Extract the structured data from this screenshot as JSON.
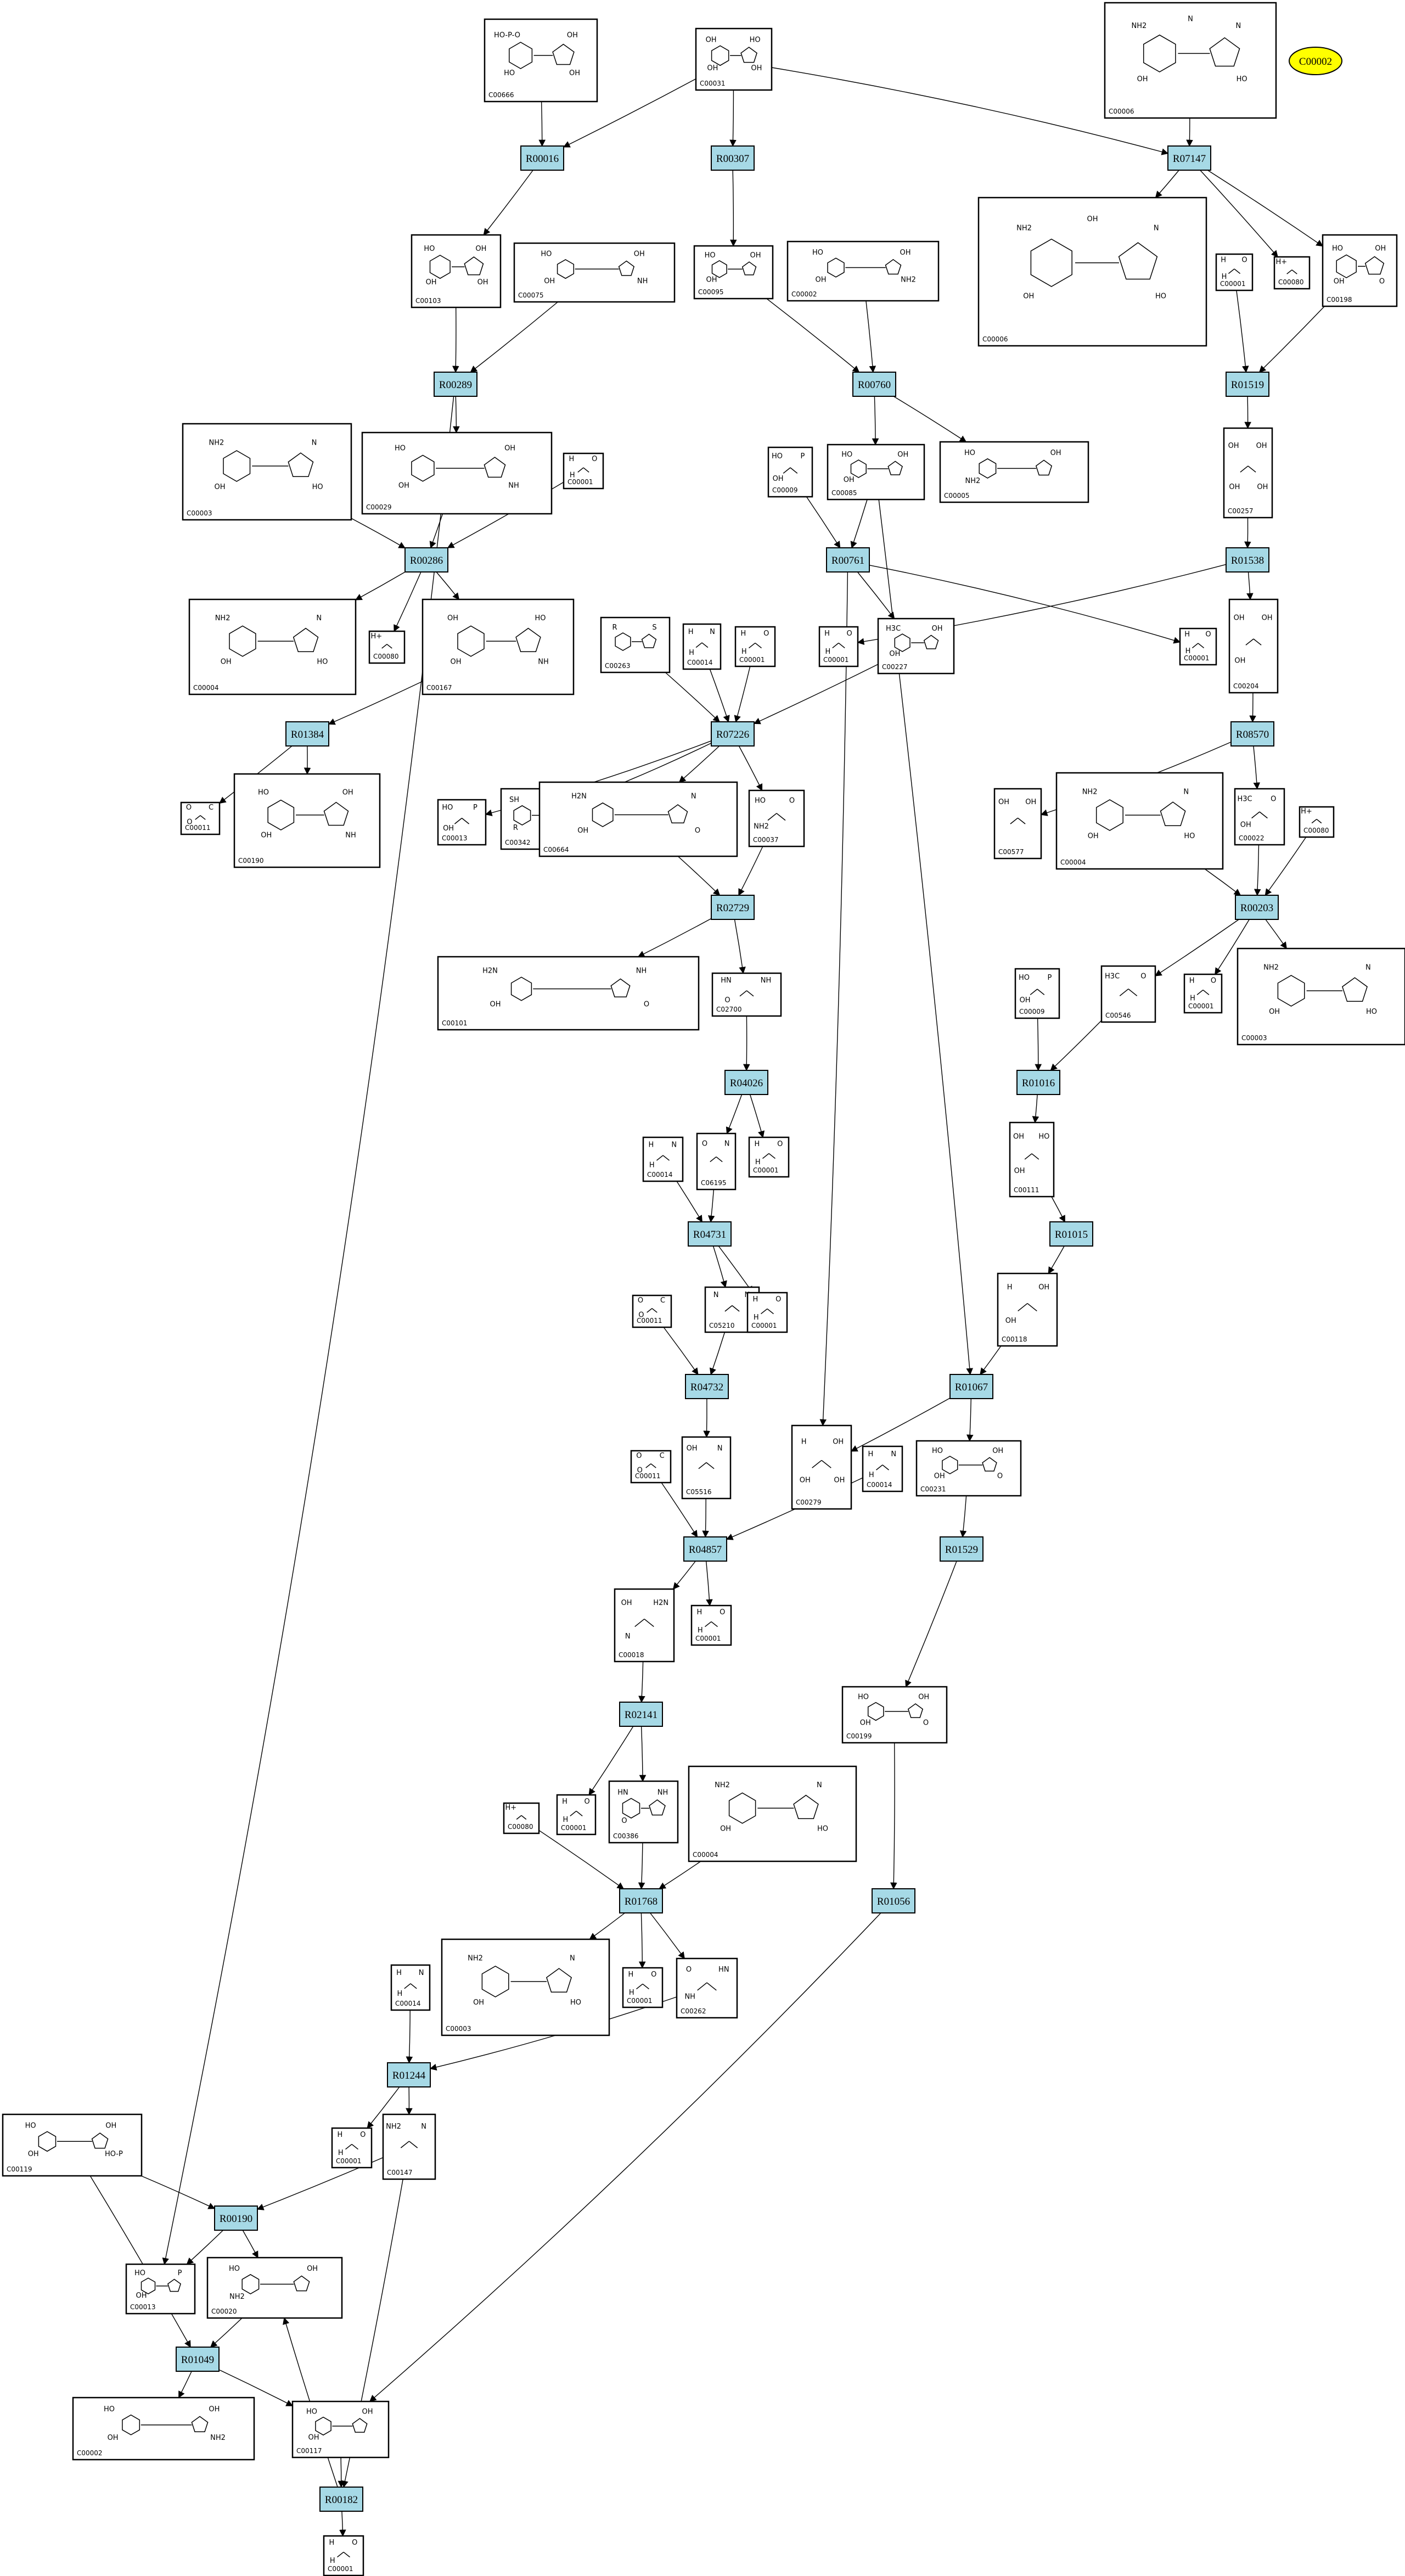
{
  "highlight": {
    "label": "C00002"
  },
  "reactions": {
    "R00016": "R00016",
    "R00307": "R00307",
    "R07147": "R07147",
    "R00289": "R00289",
    "R00760": "R00760",
    "R01519": "R01519",
    "R00286": "R00286",
    "R00761": "R00761",
    "R01538": "R01538",
    "R01384": "R01384",
    "R07226": "R07226",
    "R08570": "R08570",
    "R02729": "R02729",
    "R00203": "R00203",
    "R04026": "R04026",
    "R01016": "R01016",
    "R04731": "R04731",
    "R01015": "R01015",
    "R04732": "R04732",
    "R01067": "R01067",
    "R04857": "R04857",
    "R01529": "R01529",
    "R02141": "R02141",
    "R01768": "R01768",
    "R01056": "R01056",
    "R01244": "R01244",
    "R00190": "R00190",
    "R01049": "R01049",
    "R00182": "R00182"
  },
  "compounds": {
    "c_C00666": {
      "label": "C00666",
      "atoms": [
        "HO-P-O",
        "OH",
        "HO",
        "OH"
      ]
    },
    "c_C00031_top": {
      "label": "C00031",
      "atoms": [
        "OH",
        "HO",
        "OH",
        "OH"
      ]
    },
    "c_C00006_top": {
      "label": "C00006",
      "atoms": [
        "NH2",
        "N",
        "OH",
        "HO",
        "N"
      ]
    },
    "c_C00103": {
      "label": "C00103",
      "atoms": [
        "HO",
        "OH",
        "OH",
        "OH"
      ]
    },
    "c_C00075": {
      "label": "C00075",
      "atoms": [
        "HO",
        "OH",
        "OH",
        "NH"
      ]
    },
    "c_C00095": {
      "label": "C00095",
      "atoms": [
        "HO",
        "OH",
        "OH"
      ]
    },
    "c_C00002_a": {
      "label": "C00002",
      "atoms": [
        "HO",
        "OH",
        "OH",
        "NH2"
      ]
    },
    "c_C00006_mid": {
      "label": "C00006",
      "atoms": [
        "NH2",
        "N",
        "OH",
        "HO",
        "OH"
      ]
    },
    "c_C00001_a": {
      "label": "C00001",
      "atoms": [
        "H",
        "O",
        "H"
      ]
    },
    "c_C00080_a": {
      "label": "C00080",
      "atoms": [
        "H+"
      ]
    },
    "c_C00198": {
      "label": "C00198",
      "atoms": [
        "HO",
        "OH",
        "OH",
        "O"
      ]
    },
    "c_C00003_a": {
      "label": "C00003",
      "atoms": [
        "NH2",
        "N",
        "OH",
        "HO"
      ]
    },
    "c_C00029": {
      "label": "C00029",
      "atoms": [
        "HO",
        "OH",
        "OH",
        "NH"
      ]
    },
    "c_C00001_b": {
      "label": "C00001",
      "atoms": [
        "H",
        "O",
        "H"
      ]
    },
    "c_C00009_a": {
      "label": "C00009",
      "atoms": [
        "HO",
        "P",
        "OH"
      ]
    },
    "c_C00085": {
      "label": "C00085",
      "atoms": [
        "HO",
        "OH",
        "OH"
      ]
    },
    "c_C00005": {
      "label": "C00005",
      "atoms": [
        "HO",
        "OH",
        "NH2"
      ]
    },
    "c_C00257": {
      "label": "C00257",
      "atoms": [
        "OH",
        "OH",
        "OH",
        "OH"
      ]
    },
    "c_C00004_a": {
      "label": "C00004",
      "atoms": [
        "NH2",
        "N",
        "OH",
        "HO"
      ]
    },
    "c_C00080_b": {
      "label": "C00080",
      "atoms": [
        "H+"
      ]
    },
    "c_C00167": {
      "label": "C00167",
      "atoms": [
        "OH",
        "HO",
        "OH",
        "NH"
      ]
    },
    "c_C00263": {
      "label": "C00263",
      "atoms": [
        "R",
        "S"
      ]
    },
    "c_C00014_a": {
      "label": "C00014",
      "atoms": [
        "H",
        "N",
        "H"
      ]
    },
    "c_C00001_c": {
      "label": "C00001",
      "atoms": [
        "H",
        "O",
        "H"
      ]
    },
    "c_C00001_d": {
      "label": "C00001",
      "atoms": [
        "H",
        "O",
        "H"
      ]
    },
    "c_C00227": {
      "label": "C00227",
      "atoms": [
        "H3C",
        "OH",
        "OH"
      ]
    },
    "c_C00001_e": {
      "label": "C00001",
      "atoms": [
        "H",
        "O",
        "H"
      ]
    },
    "c_C00204": {
      "label": "C00204",
      "atoms": [
        "OH",
        "OH",
        "OH"
      ]
    },
    "c_C00011_a": {
      "label": "C00011",
      "atoms": [
        "O",
        "C",
        "O"
      ]
    },
    "c_C00190": {
      "label": "C00190",
      "atoms": [
        "HO",
        "OH",
        "OH",
        "NH"
      ]
    },
    "c_C00013": {
      "label": "C00013",
      "atoms": [
        "HO",
        "P",
        "OH"
      ]
    },
    "c_C00342": {
      "label": "C00342",
      "atoms": [
        "SH",
        "HS",
        "R"
      ]
    },
    "c_C00664": {
      "label": "C00664",
      "atoms": [
        "H2N",
        "N",
        "OH",
        "O"
      ]
    },
    "c_C00037": {
      "label": "C00037",
      "atoms": [
        "HO",
        "O",
        "NH2"
      ]
    },
    "c_C00577": {
      "label": "C00577",
      "atoms": [
        "OH",
        "OH"
      ]
    },
    "c_C00004_b": {
      "label": "C00004",
      "atoms": [
        "NH2",
        "N",
        "OH",
        "HO"
      ]
    },
    "c_C00022": {
      "label": "C00022",
      "atoms": [
        "H3C",
        "O",
        "OH"
      ]
    },
    "c_C00080_c": {
      "label": "C00080",
      "atoms": [
        "H+"
      ]
    },
    "c_C00101": {
      "label": "C00101",
      "atoms": [
        "H2N",
        "NH",
        "OH",
        "O"
      ]
    },
    "c_C02700": {
      "label": "C02700",
      "atoms": [
        "HN",
        "NH",
        "O"
      ]
    },
    "c_C00009_b": {
      "label": "C00009",
      "atoms": [
        "HO",
        "P",
        "OH"
      ]
    },
    "c_C00546": {
      "label": "C00546",
      "atoms": [
        "H3C",
        "O"
      ]
    },
    "c_C00001_f": {
      "label": "C00001",
      "atoms": [
        "H",
        "O",
        "H"
      ]
    },
    "c_C00003_b": {
      "label": "C00003",
      "atoms": [
        "NH2",
        "N",
        "OH",
        "HO"
      ]
    },
    "c_C00014_b": {
      "label": "C00014",
      "atoms": [
        "H",
        "N",
        "H"
      ]
    },
    "c_C06195": {
      "label": "C06195",
      "atoms": [
        "O",
        "N"
      ]
    },
    "c_C00001_g": {
      "label": "C00001",
      "atoms": [
        "H",
        "O",
        "H"
      ]
    },
    "c_C00111": {
      "label": "C00111",
      "atoms": [
        "OH",
        "HO",
        "OH"
      ]
    },
    "c_C05210": {
      "label": "C05210",
      "atoms": [
        "N",
        "N"
      ]
    },
    "c_C00001_h": {
      "label": "C00001",
      "atoms": [
        "H",
        "O",
        "H"
      ]
    },
    "c_C00011_b": {
      "label": "C00011",
      "atoms": [
        "O",
        "C",
        "O"
      ]
    },
    "c_C00118": {
      "label": "C00118",
      "atoms": [
        "H",
        "OH",
        "OH"
      ]
    },
    "c_C00279": {
      "label": "C00279",
      "atoms": [
        "H",
        "OH",
        "OH",
        "OH"
      ]
    },
    "c_C00014_c": {
      "label": "C00014",
      "atoms": [
        "H",
        "N",
        "H"
      ]
    },
    "c_C00231": {
      "label": "C00231",
      "atoms": [
        "HO",
        "OH",
        "OH",
        "O"
      ]
    },
    "c_C00011_c": {
      "label": "C00011",
      "atoms": [
        "O",
        "C",
        "O"
      ]
    },
    "c_C05516": {
      "label": "C05516",
      "atoms": [
        "OH",
        "N"
      ]
    },
    "c_C00018": {
      "label": "C00018",
      "atoms": [
        "OH",
        "H2N",
        "N"
      ]
    },
    "c_C00001_i": {
      "label": "C00001",
      "atoms": [
        "H",
        "O",
        "H"
      ]
    },
    "c_C00199": {
      "label": "C00199",
      "atoms": [
        "HO",
        "OH",
        "OH",
        "O"
      ]
    },
    "c_C00080_d": {
      "label": "C00080",
      "atoms": [
        "H+"
      ]
    },
    "c_C00001_j": {
      "label": "C00001",
      "atoms": [
        "H",
        "O",
        "H"
      ]
    },
    "c_C00386": {
      "label": "C00386",
      "atoms": [
        "HN",
        "NH",
        "O"
      ]
    },
    "c_C00004_c": {
      "label": "C00004",
      "atoms": [
        "NH2",
        "N",
        "OH",
        "HO"
      ]
    },
    "c_C00003_c": {
      "label": "C00003",
      "atoms": [
        "NH2",
        "N",
        "OH",
        "HO"
      ]
    },
    "c_C00001_k": {
      "label": "C00001",
      "atoms": [
        "H",
        "O",
        "H"
      ]
    },
    "c_C00262": {
      "label": "C00262",
      "atoms": [
        "O",
        "HN",
        "NH"
      ]
    },
    "c_C00014_d": {
      "label": "C00014",
      "atoms": [
        "H",
        "N",
        "H"
      ]
    },
    "c_C00001_l": {
      "label": "C00001",
      "atoms": [
        "H",
        "O",
        "H"
      ]
    },
    "c_C00147": {
      "label": "C00147",
      "atoms": [
        "NH2",
        "N"
      ]
    },
    "c_C00119": {
      "label": "C00119",
      "atoms": [
        "HO",
        "OH",
        "OH",
        "HO-P"
      ]
    },
    "c_C00013_b": {
      "label": "C00013",
      "atoms": [
        "HO",
        "P",
        "OH"
      ]
    },
    "c_C00020": {
      "label": "C00020",
      "atoms": [
        "HO",
        "OH",
        "NH2"
      ]
    },
    "c_C00002_b": {
      "label": "C00002",
      "atoms": [
        "HO",
        "OH",
        "OH",
        "NH2"
      ]
    },
    "c_C00117": {
      "label": "C00117",
      "atoms": [
        "HO",
        "OH",
        "OH"
      ]
    },
    "c_C00001_m": {
      "label": "C00001",
      "atoms": [
        "H",
        "O",
        "H"
      ]
    }
  },
  "edges": [
    [
      "c_C00666",
      "R00016"
    ],
    [
      "c_C00031_top",
      "R00016"
    ],
    [
      "c_C00031_top",
      "R00307"
    ],
    [
      "c_C00031_top",
      "R07147"
    ],
    [
      "c_C00006_top",
      "R07147"
    ],
    [
      "R00016",
      "c_C00103"
    ],
    [
      "R00307",
      "c_C00095"
    ],
    [
      "R07147",
      "c_C00006_mid"
    ],
    [
      "R07147",
      "c_C00080_a"
    ],
    [
      "R07147",
      "c_C00198"
    ],
    [
      "c_C00103",
      "R00289"
    ],
    [
      "c_C00075",
      "R00289"
    ],
    [
      "c_C00095",
      "R00760"
    ],
    [
      "c_C00002_a",
      "R00760"
    ],
    [
      "c_C00001_a",
      "R01519"
    ],
    [
      "c_C00198",
      "R01519"
    ],
    [
      "R00289",
      "c_C00029"
    ],
    [
      "R00289",
      "c_C00013_b"
    ],
    [
      "R00760",
      "c_C00085"
    ],
    [
      "R00760",
      "c_C00005"
    ],
    [
      "R01519",
      "c_C00257"
    ],
    [
      "c_C00003_a",
      "R00286"
    ],
    [
      "c_C00029",
      "R00286"
    ],
    [
      "c_C00001_b",
      "R00286"
    ],
    [
      "c_C00009_a",
      "R00761"
    ],
    [
      "c_C00085",
      "R00761"
    ],
    [
      "c_C00085",
      "R01067"
    ],
    [
      "c_C00257",
      "R01538"
    ],
    [
      "R00286",
      "c_C00004_a"
    ],
    [
      "R00286",
      "c_C00080_b"
    ],
    [
      "R00286",
      "c_C00167"
    ],
    [
      "R00761",
      "c_C00001_e"
    ],
    [
      "R00761",
      "c_C00227"
    ],
    [
      "R00761",
      "c_C00279"
    ],
    [
      "R01538",
      "c_C00001_d"
    ],
    [
      "R01538",
      "c_C00204"
    ],
    [
      "c_C00167",
      "R01384"
    ],
    [
      "R01384",
      "c_C00011_a"
    ],
    [
      "R01384",
      "c_C00190"
    ],
    [
      "c_C00263",
      "R07226"
    ],
    [
      "c_C00014_a",
      "R07226"
    ],
    [
      "c_C00001_c",
      "R07226"
    ],
    [
      "c_C00227",
      "R07226"
    ],
    [
      "c_C00204",
      "R08570"
    ],
    [
      "R07226",
      "c_C00013"
    ],
    [
      "R07226",
      "c_C00342"
    ],
    [
      "R07226",
      "c_C00664"
    ],
    [
      "R07226",
      "c_C00037"
    ],
    [
      "R08570",
      "c_C00577"
    ],
    [
      "R08570",
      "c_C00022"
    ],
    [
      "c_C00664",
      "R02729"
    ],
    [
      "c_C00037",
      "R02729"
    ],
    [
      "c_C00004_b",
      "R00203"
    ],
    [
      "c_C00022",
      "R00203"
    ],
    [
      "c_C00080_c",
      "R00203"
    ],
    [
      "R02729",
      "c_C00101"
    ],
    [
      "R02729",
      "c_C02700"
    ],
    [
      "R00203",
      "c_C00546"
    ],
    [
      "R00203",
      "c_C00001_f"
    ],
    [
      "R00203",
      "c_C00003_b"
    ],
    [
      "c_C02700",
      "R04026"
    ],
    [
      "c_C00009_b",
      "R01016"
    ],
    [
      "c_C00546",
      "R01016"
    ],
    [
      "R04026",
      "c_C06195"
    ],
    [
      "R04026",
      "c_C00001_g"
    ],
    [
      "R01016",
      "c_C00111"
    ],
    [
      "c_C00014_b",
      "R04731"
    ],
    [
      "c_C06195",
      "R04731"
    ],
    [
      "c_C00111",
      "R01015"
    ],
    [
      "R04731",
      "c_C05210"
    ],
    [
      "R04731",
      "c_C00001_h"
    ],
    [
      "R01015",
      "c_C00118"
    ],
    [
      "c_C00011_b",
      "R04732"
    ],
    [
      "c_C05210",
      "R04732"
    ],
    [
      "c_C00118",
      "R01067"
    ],
    [
      "R04732",
      "c_C05516"
    ],
    [
      "R01067",
      "c_C00279"
    ],
    [
      "R01067",
      "c_C00231"
    ],
    [
      "c_C00011_c",
      "R04857"
    ],
    [
      "c_C05516",
      "R04857"
    ],
    [
      "c_C00014_c",
      "R04857"
    ],
    [
      "c_C00231",
      "R01529"
    ],
    [
      "R04857",
      "c_C00018"
    ],
    [
      "R04857",
      "c_C00001_i"
    ],
    [
      "R01529",
      "c_C00199"
    ],
    [
      "c_C00018",
      "R02141"
    ],
    [
      "R02141",
      "c_C00001_j"
    ],
    [
      "R02141",
      "c_C00386"
    ],
    [
      "c_C00080_d",
      "R01768"
    ],
    [
      "c_C00386",
      "R01768"
    ],
    [
      "c_C00004_c",
      "R01768"
    ],
    [
      "c_C00199",
      "R01056"
    ],
    [
      "R01768",
      "c_C00003_c"
    ],
    [
      "R01768",
      "c_C00001_k"
    ],
    [
      "R01768",
      "c_C00262"
    ],
    [
      "c_C00014_d",
      "R01244"
    ],
    [
      "c_C00262",
      "R01244"
    ],
    [
      "R01244",
      "c_C00001_l"
    ],
    [
      "R01244",
      "c_C00147"
    ],
    [
      "c_C00119",
      "R00190"
    ],
    [
      "c_C00147",
      "R00190"
    ],
    [
      "c_C00119",
      "R01049"
    ],
    [
      "R00190",
      "c_C00013_b"
    ],
    [
      "R00190",
      "c_C00020"
    ],
    [
      "c_C00020",
      "R01049"
    ],
    [
      "R01049",
      "c_C00002_b"
    ],
    [
      "R01049",
      "c_C00117"
    ],
    [
      "R01056",
      "c_C00117"
    ],
    [
      "c_C00117",
      "R00182"
    ],
    [
      "c_C00147",
      "R00182"
    ],
    [
      "R00182",
      "c_C00020"
    ],
    [
      "R00182",
      "c_C00001_m"
    ]
  ]
}
